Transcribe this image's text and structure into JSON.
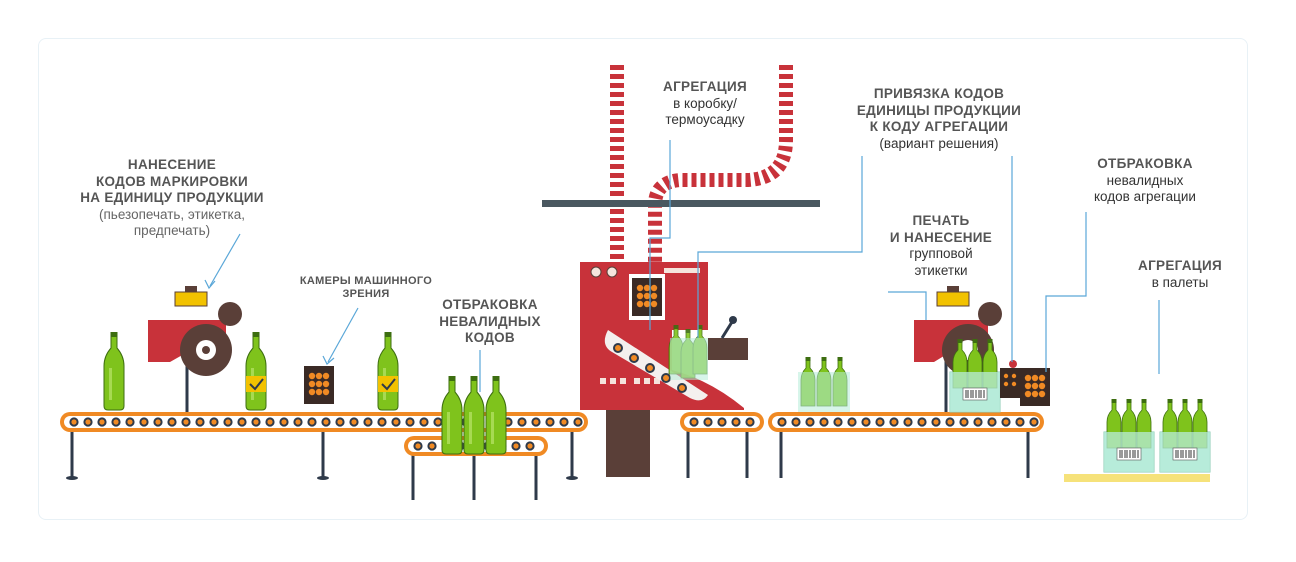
{
  "colors": {
    "conveyor": "#f08a24",
    "roller": "#2f3a4a",
    "machine": "#c8323a",
    "dark_machine": "#5a3f38",
    "bottle": "#7fc31c",
    "case": "#b7ecd9",
    "label_yellow": "#f2c200",
    "line": "#5aa7d8"
  },
  "labels": {
    "apply_codes": {
      "bold": [
        "НАНЕСЕНИЕ",
        "КОДОВ МАРКИРОВКИ",
        "НА ЕДИНИЦУ ПРОДУКЦИИ"
      ],
      "normal": [
        "(пьезопечать, этикетка,",
        "предпечать)"
      ]
    },
    "cameras": {
      "bold": [
        "КАМЕРЫ МАШИННОГО",
        "ЗРЕНИЯ"
      ]
    },
    "reject_codes": {
      "bold": [
        "ОТБРАКОВКА",
        "НЕВАЛИДНЫХ",
        "КОДОВ"
      ]
    },
    "aggregation_box": {
      "bold": [
        "АГРЕГАЦИЯ"
      ],
      "normal": [
        "в коробку/",
        "термоусадку"
      ]
    },
    "binding": {
      "bold": [
        "ПРИВЯЗКА  КОДОВ",
        "ЕДИНИЦЫ  ПРОДУКЦИИ",
        "К КОДУ АГРЕГАЦИИ"
      ],
      "normal": [
        "(вариант решения)"
      ]
    },
    "group_label": {
      "bold": [
        "ПЕЧАТЬ",
        "И НАНЕСЕНИЕ"
      ],
      "normal": [
        "групповой",
        "этикетки"
      ]
    },
    "reject_aggregation": {
      "bold": [
        "ОТБРАКОВКА"
      ],
      "normal": [
        "невалидных",
        "кодов агрегации"
      ]
    },
    "pallets": {
      "bold": [
        "АГРЕГАЦИЯ"
      ],
      "normal": [
        "в палеты"
      ]
    }
  }
}
